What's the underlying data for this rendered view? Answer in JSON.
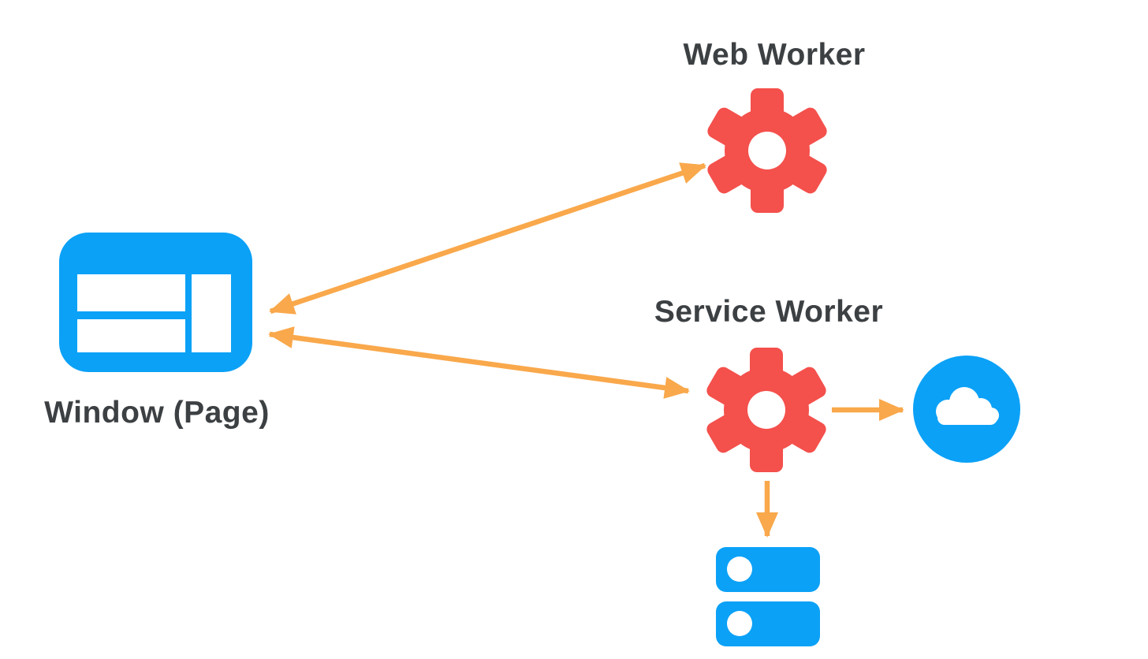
{
  "diagram": {
    "labels": {
      "web_worker": "Web Worker",
      "service_worker": "Service Worker",
      "window_page": "Window (Page)"
    },
    "colors": {
      "blue": "#0ba1f7",
      "red": "#f4504c",
      "orange": "#f9a84b",
      "text": "#3c4043",
      "background": "#ffffff"
    },
    "icons": {
      "window_page": "browser-window-icon",
      "web_worker": "gear-icon",
      "service_worker": "gear-icon",
      "network": "cloud-icon",
      "storage": "database-icon"
    },
    "connections": [
      {
        "from": "window_page",
        "to": "web_worker",
        "type": "bidirectional"
      },
      {
        "from": "window_page",
        "to": "service_worker",
        "type": "bidirectional"
      },
      {
        "from": "service_worker",
        "to": "network",
        "type": "one-way"
      },
      {
        "from": "service_worker",
        "to": "storage",
        "type": "one-way"
      }
    ]
  }
}
